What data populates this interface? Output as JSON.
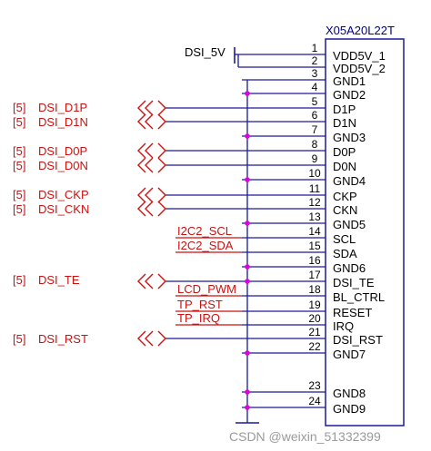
{
  "connector": {
    "part_number": "X05A20L22T",
    "pins": [
      {
        "num": "1",
        "name": "VDD5V_1"
      },
      {
        "num": "2",
        "name": "VDD5V_2"
      },
      {
        "num": "3",
        "name": "GND1"
      },
      {
        "num": "4",
        "name": "GND2"
      },
      {
        "num": "5",
        "name": "D1P"
      },
      {
        "num": "6",
        "name": "D1N"
      },
      {
        "num": "7",
        "name": "GND3"
      },
      {
        "num": "8",
        "name": "D0P"
      },
      {
        "num": "9",
        "name": "D0N"
      },
      {
        "num": "10",
        "name": "GND4"
      },
      {
        "num": "11",
        "name": "CKP"
      },
      {
        "num": "12",
        "name": "CKN"
      },
      {
        "num": "13",
        "name": "GND5"
      },
      {
        "num": "14",
        "name": "SCL"
      },
      {
        "num": "15",
        "name": "SDA"
      },
      {
        "num": "16",
        "name": "GND6"
      },
      {
        "num": "17",
        "name": "DSI_TE"
      },
      {
        "num": "18",
        "name": "BL_CTRL"
      },
      {
        "num": "19",
        "name": "RESET"
      },
      {
        "num": "20",
        "name": "IRQ"
      },
      {
        "num": "21",
        "name": "DSI_RST"
      },
      {
        "num": "22",
        "name": "GND7"
      },
      {
        "num": "23",
        "name": "GND8"
      },
      {
        "num": "24",
        "name": "GND9"
      }
    ]
  },
  "power_label": "DSI_5V",
  "net_ports": [
    {
      "ref": "[5]",
      "name": "DSI_D1P"
    },
    {
      "ref": "[5]",
      "name": "DSI_D1N"
    },
    {
      "ref": "[5]",
      "name": "DSI_D0P"
    },
    {
      "ref": "[5]",
      "name": "DSI_D0N"
    },
    {
      "ref": "[5]",
      "name": "DSI_CKP"
    },
    {
      "ref": "[5]",
      "name": "DSI_CKN"
    },
    {
      "ref": "[5]",
      "name": "DSI_TE"
    },
    {
      "ref": "[5]",
      "name": "DSI_RST"
    }
  ],
  "net_labels": [
    "I2C2_SCL",
    "I2C2_SDA",
    "LCD_PWM",
    "TP_RST",
    "TP_IRQ"
  ],
  "watermark": "CSDN @weixin_51332399",
  "colors": {
    "wire": "#1a1a99",
    "net": "#cc1111",
    "junction": "#dd00dd",
    "pin_text": "#000000",
    "part_text": "#000080",
    "watermark": "#9a9a9a"
  }
}
